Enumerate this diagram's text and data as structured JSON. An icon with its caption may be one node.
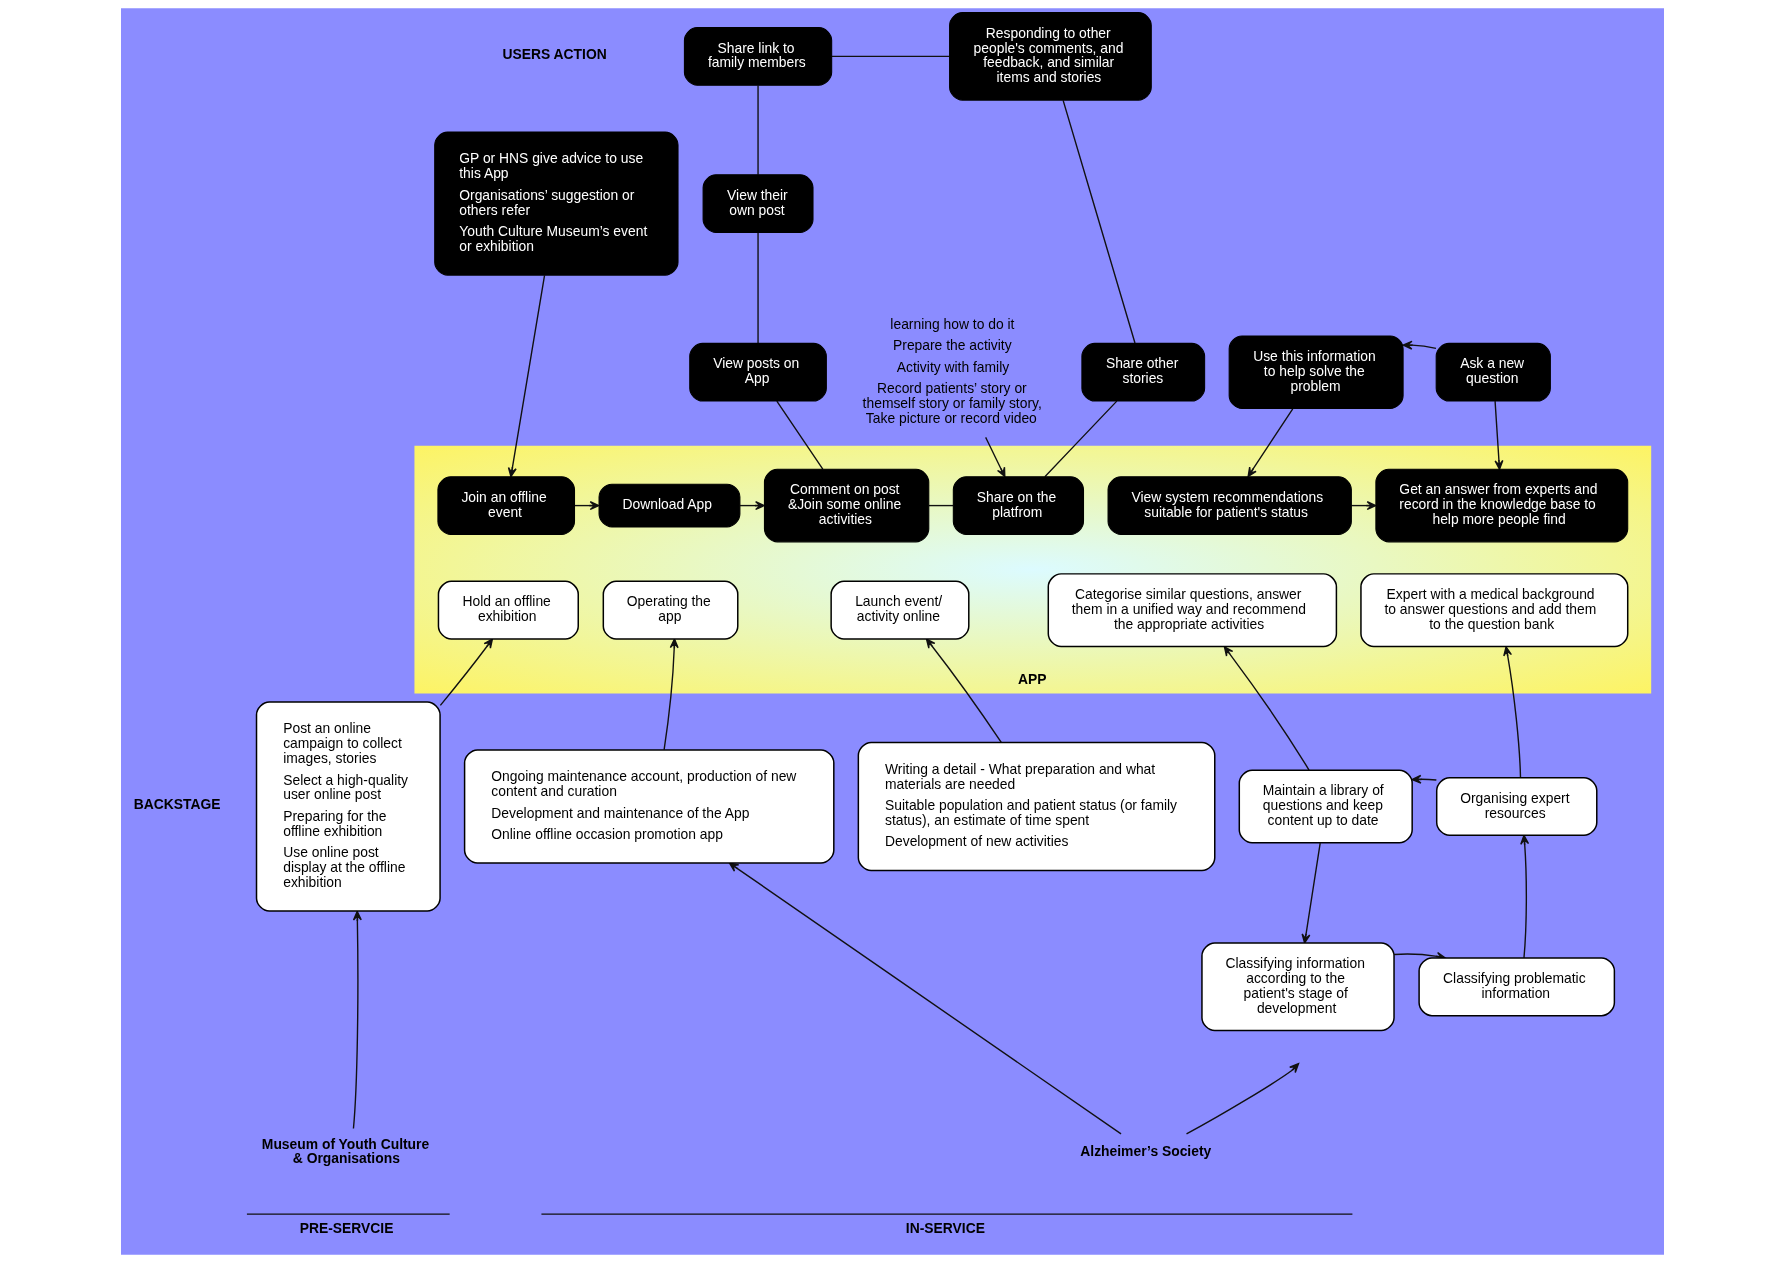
{
  "diagram": {
    "nodes": [
      {
        "text": [
          "GP or HNS give advice to use this App",
          "Organisations’ suggestion or others refer",
          "Youth Culture Museum’s event or exhibition"
        ]
      },
      {
        "text": [
          "View their own post"
        ]
      },
      {
        "text": [
          "Share link to family members"
        ]
      },
      {
        "text": [
          "Responding to other people's comments, and feedback, and similar items and stories"
        ]
      },
      {
        "text": [
          "View posts on App"
        ]
      },
      {
        "text": [
          "learning how to do it",
          "Prepare the activity",
          "Activity with family",
          "Record patients’ story or themself story or family story, Take picture or record video"
        ]
      },
      {
        "text": [
          "Share other stories"
        ]
      },
      {
        "text": [
          "Use this information to help solve the problem"
        ]
      },
      {
        "text": [
          "Ask a new question"
        ]
      },
      {
        "text": [
          "APP"
        ]
      },
      {
        "text": [
          "Join an offline event"
        ],
        "in": 9
      },
      {
        "text": [
          "Download App"
        ],
        "in": 9
      },
      {
        "text": [
          "Comment on post &Join some online activities"
        ],
        "in": 9
      },
      {
        "text": [
          "Share on the platfrom"
        ],
        "in": 9
      },
      {
        "text": [
          "View system recommendations suitable for patient's status"
        ],
        "in": 9
      },
      {
        "text": [
          "Get an answer from experts and record in the knowledge base to help more people find"
        ],
        "in": 9
      },
      {
        "text": [
          "Hold an offline exhibition"
        ],
        "in": 9
      },
      {
        "text": [
          "Operating the app"
        ],
        "in": 9
      },
      {
        "text": [
          "Launch event/ activity online"
        ],
        "in": 9
      },
      {
        "text": [
          "Categorise similar questions, answer them in a unified way and recommend the appropriate activities"
        ],
        "in": 9
      },
      {
        "text": [
          "Expert with a medical background to answer questions and add them to the question bank"
        ],
        "in": 9
      },
      {
        "text": [
          "Post an online campaign to collect images, stories",
          "Select a high-quality user online post",
          "Preparing for the offline exhibition",
          "Use online post display at the offline exhibition"
        ]
      },
      {
        "text": [
          "Writing a detail - What preparation and what materials are needed",
          "Suitable population and patient status (or family status), an estimate of time spent",
          "Development of new activities"
        ]
      },
      {
        "text": [
          "Ongoing maintenance account, production of new content and curation",
          "Development and maintenance of the App",
          "Online offline occasion promotion app"
        ]
      },
      {
        "text": [
          "Maintain a library of questions and keep content up to date"
        ]
      },
      {
        "text": [
          "Organising expert resources"
        ]
      },
      {
        "text": [
          "Classifying information according to the patient's stage of development"
        ]
      },
      {
        "text": [
          "Classifying problematic information"
        ]
      },
      {
        "text": [
          "Museum of Youth Culture & Organisations"
        ]
      },
      {
        "text": [
          "Alzheimer’s Society"
        ]
      }
    ],
    "edges": [
      {
        "from": 0,
        "to": 10,
        "arrow": "to"
      },
      {
        "from": 2,
        "to": 1,
        "arrow": "none"
      },
      {
        "from": 1,
        "to": 4,
        "arrow": "none"
      },
      {
        "from": 4,
        "to": 12,
        "arrow": "none"
      },
      {
        "from": 2,
        "to": 3,
        "arrow": "none"
      },
      {
        "from": 3,
        "to": 6,
        "arrow": "none"
      },
      {
        "from": 6,
        "to": 13,
        "arrow": "none"
      },
      {
        "from": 12,
        "to": 13,
        "arrow": "none"
      },
      {
        "from": 5,
        "to": 13,
        "arrow": "to"
      },
      {
        "from": 10,
        "to": 11,
        "arrow": "to"
      },
      {
        "from": 11,
        "to": 12,
        "arrow": "to"
      },
      {
        "from": 8,
        "to": 7,
        "arrow": "to"
      },
      {
        "from": 7,
        "to": 14,
        "arrow": "to"
      },
      {
        "from": 8,
        "to": 15,
        "arrow": "to"
      },
      {
        "from": 14,
        "to": 15,
        "arrow": "to"
      },
      {
        "from": 21,
        "to": 16,
        "arrow": "to"
      },
      {
        "from": 23,
        "to": 17,
        "arrow": "to"
      },
      {
        "from": 22,
        "to": 18,
        "arrow": "to"
      },
      {
        "from": 24,
        "to": 19,
        "arrow": "to"
      },
      {
        "from": 25,
        "to": 20,
        "arrow": "to"
      },
      {
        "from": 25,
        "to": 24,
        "arrow": "to"
      },
      {
        "from": 24,
        "to": 26,
        "arrow": "to"
      },
      {
        "from": 26,
        "to": 27,
        "arrow": "to"
      },
      {
        "from": 27,
        "to": 25,
        "arrow": "to"
      },
      {
        "from": 28,
        "to": 21,
        "arrow": "to"
      },
      {
        "from": 29,
        "to": 23,
        "arrow": "to"
      },
      {
        "from": 29,
        "to": null,
        "arrow": "to"
      }
    ],
    "labels": [
      "USERS ACTION",
      "BACKSTAGE",
      "PRE-SERVCIE",
      "IN-SERVICE"
    ]
  }
}
